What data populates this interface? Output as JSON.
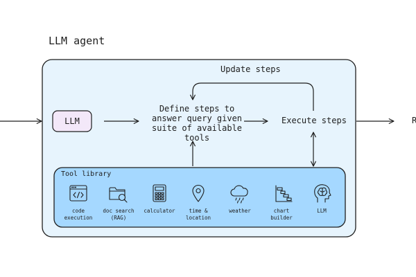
{
  "title": "LLM agent",
  "update_steps_label": "Update steps",
  "llm_box_label": "LLM",
  "define_steps_label": "Define steps to answer query given suite of available tools",
  "execute_steps_label": "Execute steps",
  "result_label": "R",
  "tool_library": {
    "title": "Tool library",
    "tools": [
      {
        "label": "code\nexecution",
        "icon": "code-window-icon"
      },
      {
        "label": "doc search\n(RAG)",
        "icon": "folder-search-icon"
      },
      {
        "label": "calculator",
        "icon": "calculator-icon"
      },
      {
        "label": "time &\nlocation",
        "icon": "map-pin-icon"
      },
      {
        "label": "weather",
        "icon": "rain-cloud-icon"
      },
      {
        "label": "chart\nbuilder",
        "icon": "gantt-chart-icon"
      },
      {
        "label": "LLM",
        "icon": "brain-head-icon"
      }
    ]
  },
  "colors": {
    "agent_box_fill": "#e7f4fd",
    "tool_library_fill": "#a5d8ff",
    "llm_box_fill": "#f3e8f9",
    "stroke": "#1e1e1e"
  }
}
